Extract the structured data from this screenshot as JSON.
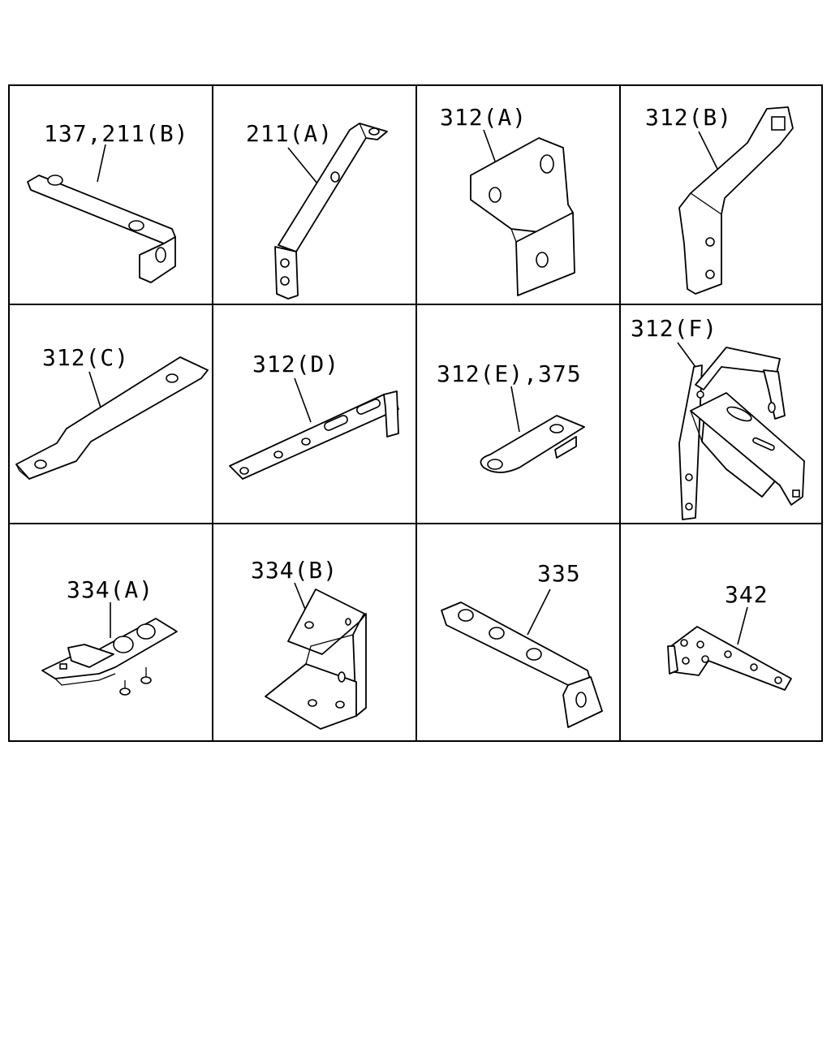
{
  "cells": [
    {
      "label": "137,211(B)",
      "icon": "flat-l-bracket"
    },
    {
      "label": "211(A)",
      "icon": "angled-strap-bracket"
    },
    {
      "label": "312(A)",
      "icon": "offset-plate-bracket"
    },
    {
      "label": "312(B)",
      "icon": "curved-arm-bracket"
    },
    {
      "label": "312(C)",
      "icon": "stepped-strap-bracket"
    },
    {
      "label": "312(D)",
      "icon": "slotted-l-bracket"
    },
    {
      "label": "312(E),375",
      "icon": "short-tab-bracket"
    },
    {
      "label": "312(F)",
      "icon": "frame-support-bracket"
    },
    {
      "label": "334(A)",
      "icon": "clip-plate-bracket"
    },
    {
      "label": "334(B)",
      "icon": "z-channel-bracket"
    },
    {
      "label": "335",
      "icon": "long-l-bracket"
    },
    {
      "label": "342",
      "icon": "corner-angle-bracket"
    }
  ]
}
